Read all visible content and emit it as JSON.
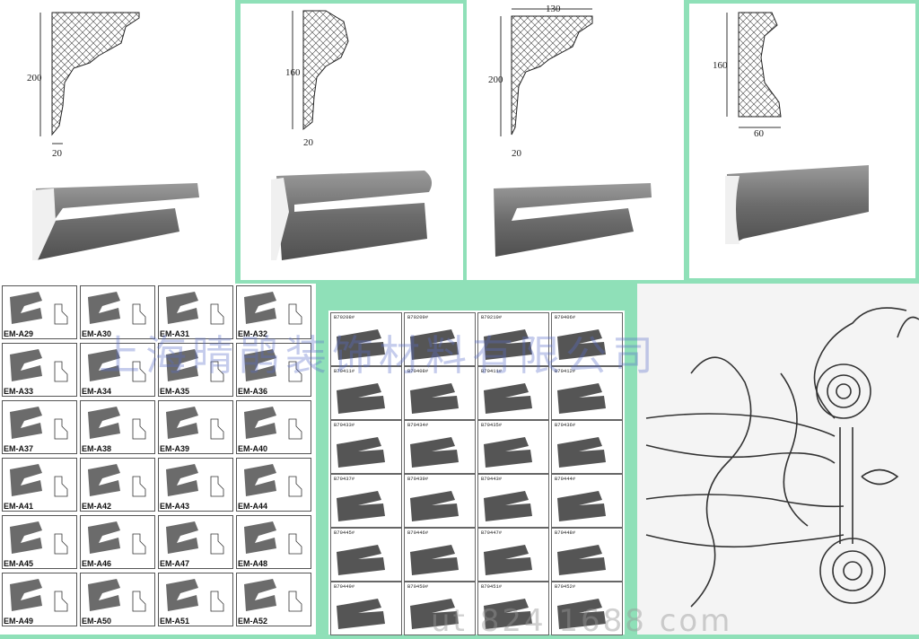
{
  "profiles": [
    {
      "height": "200",
      "depth": "20"
    },
    {
      "height": "160",
      "depth": "20"
    },
    {
      "width": "130",
      "height": "200",
      "depth": "20"
    },
    {
      "height": "160",
      "width": "60"
    }
  ],
  "catalog": {
    "items": [
      "EM-A29",
      "EM-A30",
      "EM-A31",
      "EM-A32",
      "EM-A33",
      "EM-A34",
      "EM-A35",
      "EM-A36",
      "EM-A37",
      "EM-A38",
      "EM-A39",
      "EM-A40",
      "EM-A41",
      "EM-A42",
      "EM-A43",
      "EM-A44",
      "EM-A45",
      "EM-A46",
      "EM-A47",
      "EM-A48",
      "EM-A49",
      "EM-A50",
      "EM-A51",
      "EM-A52"
    ]
  },
  "spec_table": {
    "codes": [
      "B70208#",
      "B70209#",
      "B70210#",
      "B70406#",
      "B70411#",
      "B70408#",
      "B70411#",
      "B70412#",
      "B70433#",
      "B70434#",
      "B70435#",
      "B70436#",
      "B70437#",
      "B70439#",
      "B70443#",
      "B70444#",
      "B70445#",
      "B70446#",
      "B70447#",
      "B70448#",
      "B70449#",
      "B70450#",
      "B70451#",
      "B70452#"
    ]
  },
  "watermark": "上海晴鹃装饰材料有限公司",
  "watermark_footer": "ut 824 1688 com"
}
